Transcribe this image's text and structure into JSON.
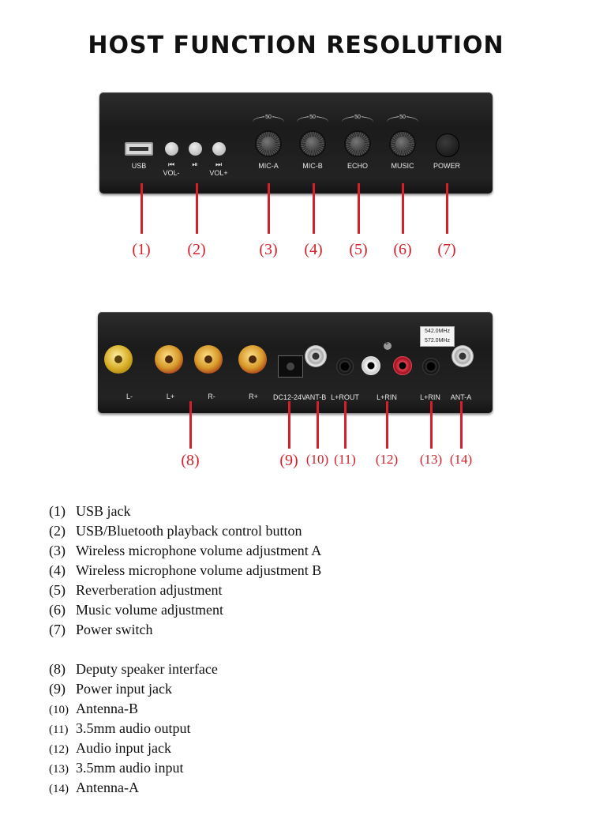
{
  "title": "HOST FUNCTION RESOLUTION",
  "front_panel": {
    "usb_label": "USB",
    "vol_minus": "VOL-",
    "vol_plus": "VOL+",
    "prev_glyph": "⏮",
    "play_glyph": "⏯",
    "next_glyph": "⏭",
    "knob_scale": "50",
    "knobs": [
      "MIC-A",
      "MIC-B",
      "ECHO",
      "MUSIC"
    ],
    "power_label": "POWER"
  },
  "rear_panel": {
    "speaker_labels": [
      "L-",
      "L+",
      "R-",
      "R+"
    ],
    "dc_label": "DC12-24V",
    "ant_b_label": "ANT-B",
    "lr_out_label": "L+ROUT",
    "lr_in_label_1": "L+RIN",
    "lr_in_label_2": "L+RIN",
    "ant_a_label": "ANT-A",
    "freq_1": "542.0MHz",
    "freq_2": "572.0MHz"
  },
  "callouts_front": [
    "(1)",
    "(2)",
    "(3)",
    "(4)",
    "(5)",
    "(6)",
    "(7)"
  ],
  "callouts_rear": [
    "(8)",
    "(9)",
    "(10)",
    "(11)",
    "(12)",
    "(13)",
    "(14)"
  ],
  "legend": [
    {
      "num": "(1)",
      "text": "USB jack"
    },
    {
      "num": "(2)",
      "text": "USB/Bluetooth playback control button"
    },
    {
      "num": "(3)",
      "text": "Wireless microphone volume adjustment A"
    },
    {
      "num": "(4)",
      "text": "Wireless microphone volume adjustment B"
    },
    {
      "num": "(5)",
      "text": "Reverberation adjustment"
    },
    {
      "num": "(6)",
      "text": "Music volume adjustment"
    },
    {
      "num": "(7)",
      "text": "Power switch"
    },
    {
      "num": "(8)",
      "text": "Deputy speaker interface"
    },
    {
      "num": "(9)",
      "text": "Power input jack"
    },
    {
      "num": "(10)",
      "text": "Antenna-B"
    },
    {
      "num": "(11)",
      "text": "3.5mm audio output"
    },
    {
      "num": "(12)",
      "text": "Audio input jack"
    },
    {
      "num": "(13)",
      "text": "3.5mm audio input"
    },
    {
      "num": "(14)",
      "text": "Antenna-A"
    }
  ],
  "colors": {
    "accent_red": "#d4202a",
    "panel": "#1f1f1f",
    "gold": "#d6ab23"
  }
}
